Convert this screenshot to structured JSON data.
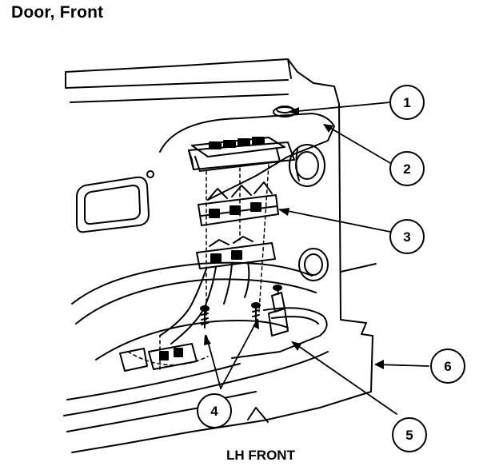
{
  "title": "Door, Front",
  "caption": "LH FRONT",
  "callouts": [
    {
      "label": "1"
    },
    {
      "label": "2"
    },
    {
      "label": "3"
    },
    {
      "label": "4"
    },
    {
      "label": "5"
    },
    {
      "label": "6"
    }
  ]
}
